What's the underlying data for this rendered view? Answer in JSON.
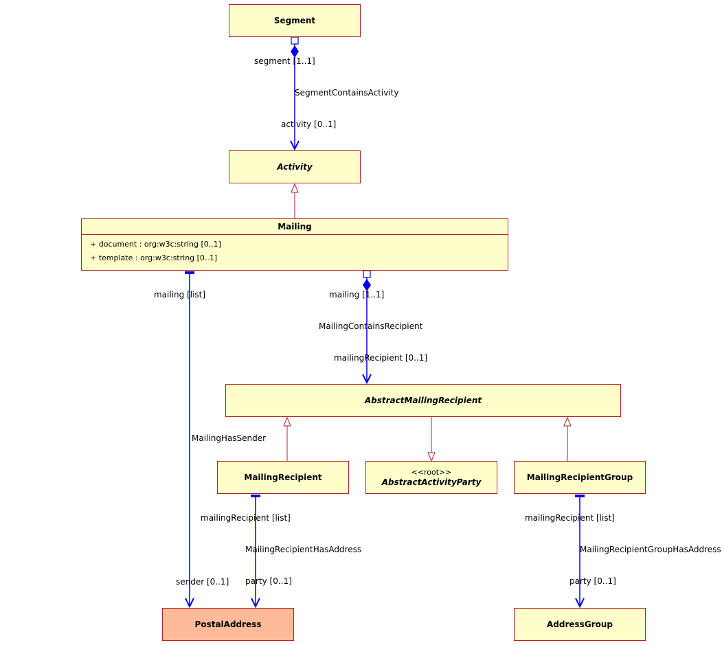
{
  "classes": {
    "segment": "Segment",
    "activity": "Activity",
    "mailing": "Mailing",
    "mailing_attrs": [
      "+ document : org:w3c:string [0..1]",
      "+ template : org:w3c:string [0..1]"
    ],
    "abstract_mailing_recipient": "AbstractMailingRecipient",
    "mailing_recipient": "MailingRecipient",
    "abstract_activity_party_stereotype": "<<root>>",
    "abstract_activity_party": "AbstractActivityParty",
    "mailing_recipient_group": "MailingRecipientGroup",
    "postal_address": "PostalAddress",
    "address_group": "AddressGroup"
  },
  "labels": {
    "segment_role": "segment [1..1]",
    "segment_contains_activity": "SegmentContainsActivity",
    "activity_role": "activity [0..1]",
    "mailing_list_role": "mailing [list]",
    "mailing_one_role": "mailing [1..1]",
    "mailing_contains_recipient": "MailingContainsRecipient",
    "mailing_recipient_role": "mailingRecipient [0..1]",
    "mailing_has_sender": "MailingHasSender",
    "sender_role": "sender [0..1]",
    "mr_list_role_1": "mailingRecipient [list]",
    "mr_has_address": "MailingRecipientHasAddress",
    "party_role_1": "party [0..1]",
    "mr_list_role_2": "mailingRecipient [list]",
    "mrg_has_address": "MailingRecipientGroupHasAddress",
    "party_role_2": "party [0..1]"
  },
  "colors": {
    "class_fill": "#ffffcc",
    "class_fill_highlight": "#ffbb99",
    "class_border": "#b22222",
    "association": "#0000ee",
    "generalization": "#b22222"
  }
}
